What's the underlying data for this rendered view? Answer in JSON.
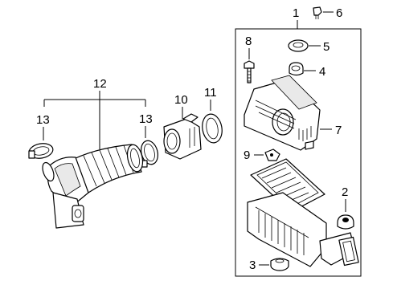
{
  "callouts": [
    {
      "id": "callout-1",
      "label": "1"
    },
    {
      "id": "callout-2",
      "label": "2"
    },
    {
      "id": "callout-3",
      "label": "3"
    },
    {
      "id": "callout-4",
      "label": "4"
    },
    {
      "id": "callout-5",
      "label": "5"
    },
    {
      "id": "callout-6",
      "label": "6"
    },
    {
      "id": "callout-7",
      "label": "7"
    },
    {
      "id": "callout-8",
      "label": "8"
    },
    {
      "id": "callout-9",
      "label": "9"
    },
    {
      "id": "callout-10",
      "label": "10"
    },
    {
      "id": "callout-11",
      "label": "11"
    },
    {
      "id": "callout-12",
      "label": "12"
    },
    {
      "id": "callout-13-left",
      "label": "13"
    },
    {
      "id": "callout-13-right",
      "label": "13"
    }
  ]
}
